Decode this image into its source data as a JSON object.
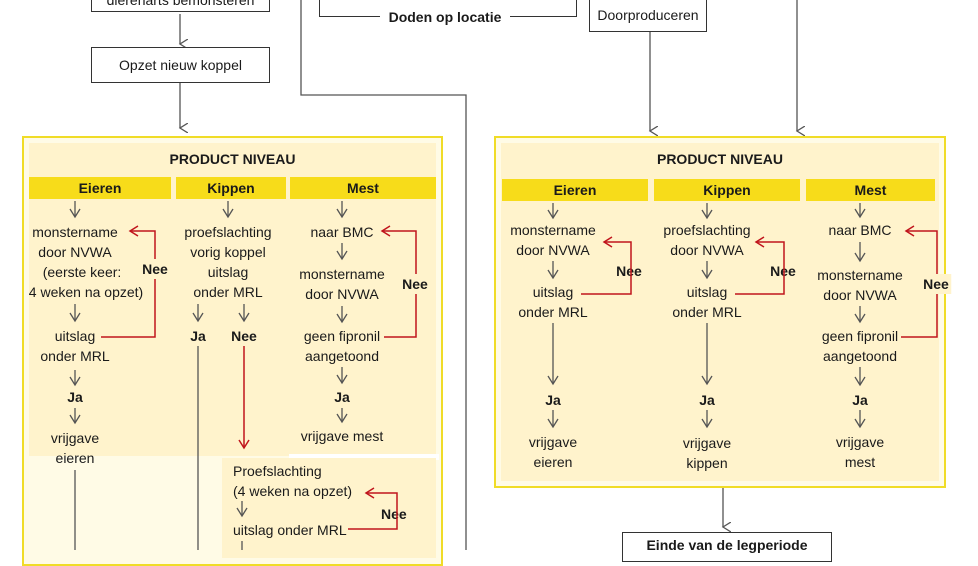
{
  "top": {
    "box_partial": "dierenarts bemonsteren",
    "opzet_nieuw_koppel": "Opzet nieuw koppel",
    "doden_op_locatie": "Doden op locatie",
    "doorproduceren": "Doorproduceren",
    "einde_legperiode": "Einde van de legperiode"
  },
  "left_panel": {
    "title": "PRODUCT NIVEAU",
    "cols": [
      "Eieren",
      "Kippen",
      "Mest"
    ],
    "eieren": [
      "monstername",
      "door NVWA",
      "(eerste keer:",
      "4 weken na opzet)",
      "uitslag",
      "onder MRL",
      "Ja",
      "vrijgave",
      "eieren"
    ],
    "eieren_nee": "Nee",
    "kippen": [
      "proefslachting",
      "vorig koppel",
      "uitslag",
      "onder MRL",
      "Ja",
      "Nee"
    ],
    "mest": [
      "naar BMC",
      "monstername",
      "door NVWA",
      "geen fipronil",
      "aangetoond",
      "Ja",
      "vrijgave mest"
    ],
    "mest_nee": "Nee",
    "lower": [
      "Proefslachting",
      "(4 weken na opzet)",
      "uitslag onder MRL"
    ],
    "lower_nee": "Nee"
  },
  "right_panel": {
    "title": "PRODUCT NIVEAU",
    "cols": [
      "Eieren",
      "Kippen",
      "Mest"
    ],
    "eieren": [
      "monstername",
      "door NVWA",
      "uitslag",
      "onder MRL",
      "Ja",
      "vrijgave",
      "eieren"
    ],
    "kippen": [
      "proefslachting",
      "door NVWA",
      "uitslag",
      "onder MRL",
      "Ja",
      "vrijgave",
      "kippen"
    ],
    "mest": [
      "naar BMC",
      "monstername",
      "door NVWA",
      "geen fipronil",
      "aangetoond",
      "Ja",
      "vrijgave",
      "mest"
    ],
    "nee": "Nee"
  },
  "colors": {
    "yellow": "#f7dc1a",
    "panel_border": "#f0dc27",
    "panel_bg": "#fffbe6",
    "red": "#c0141c",
    "line": "#555555"
  }
}
